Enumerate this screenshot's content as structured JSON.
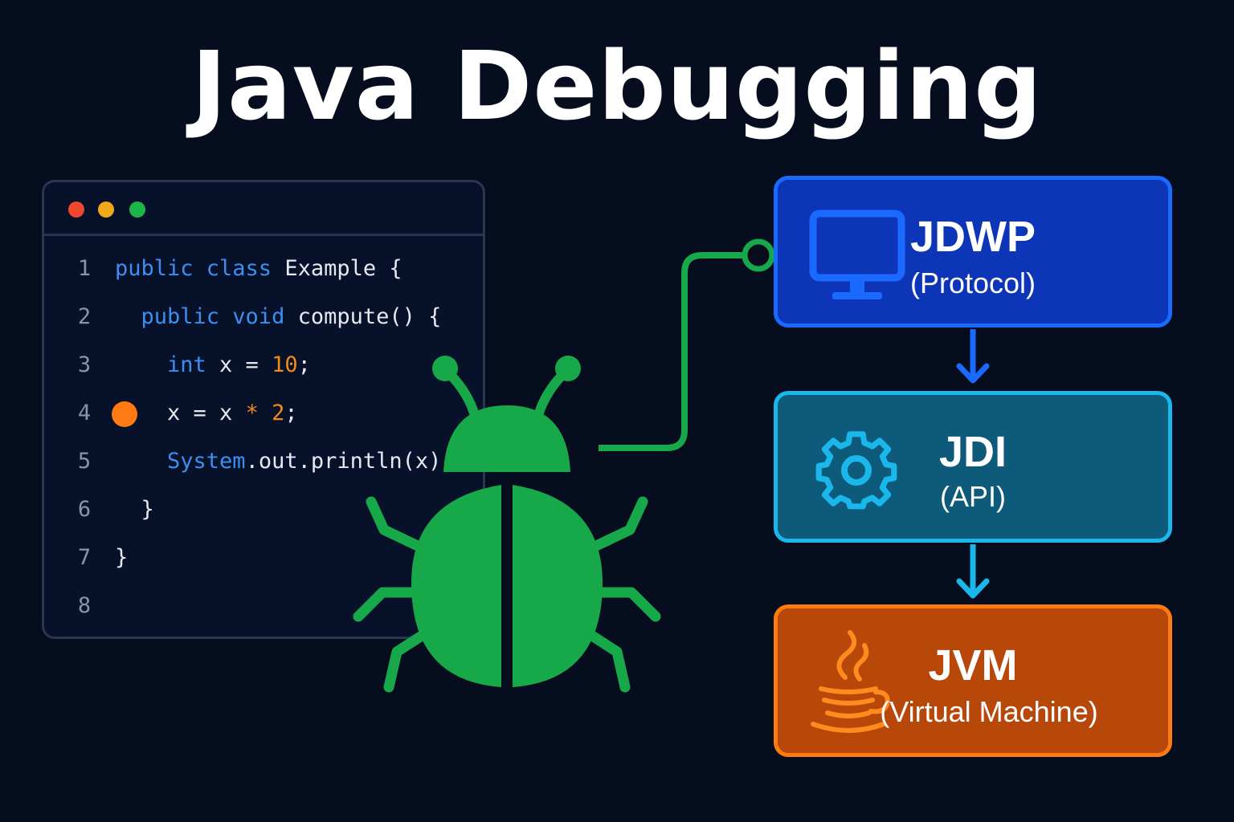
{
  "title": "Java Debugging",
  "editor": {
    "lines": [
      {
        "n": "1",
        "parts": [
          {
            "t": "public class ",
            "c": "kw"
          },
          {
            "t": "Example {",
            "c": ""
          }
        ]
      },
      {
        "n": "2",
        "parts": [
          {
            "t": "  public void ",
            "c": "kw"
          },
          {
            "t": "compute() {",
            "c": ""
          }
        ]
      },
      {
        "n": "3",
        "parts": [
          {
            "t": "    int ",
            "c": "kw"
          },
          {
            "t": "x = ",
            "c": ""
          },
          {
            "t": "10",
            "c": "num"
          },
          {
            "t": ";",
            "c": ""
          }
        ]
      },
      {
        "n": "4",
        "parts": [
          {
            "t": "    x = x ",
            "c": ""
          },
          {
            "t": "* 2",
            "c": "num"
          },
          {
            "t": ";",
            "c": ""
          }
        ],
        "breakpoint": true
      },
      {
        "n": "5",
        "parts": [
          {
            "t": "    System",
            "c": "kw"
          },
          {
            "t": ".out.println(x);",
            "c": ""
          }
        ]
      },
      {
        "n": "6",
        "parts": [
          {
            "t": "  }",
            "c": ""
          }
        ]
      },
      {
        "n": "7",
        "parts": [
          {
            "t": "}",
            "c": ""
          }
        ]
      },
      {
        "n": "8",
        "parts": []
      }
    ]
  },
  "layers": {
    "jdwp": {
      "name": "JDWP",
      "sub": "(Protocol)",
      "icon": "monitor-icon"
    },
    "jdi": {
      "name": "JDI",
      "sub": "(API)",
      "icon": "gear-icon"
    },
    "jvm": {
      "name": "JVM",
      "sub": "(Virtual Machine)",
      "icon": "java-cup-icon"
    }
  },
  "colors": {
    "background": "#050d1f",
    "bug": "#17a84a",
    "keyword": "#3d8ef0",
    "number": "#f28a1a",
    "jdwp": "#0d35b8",
    "jdi": "#0d5a7a",
    "jvm": "#b8480a"
  }
}
